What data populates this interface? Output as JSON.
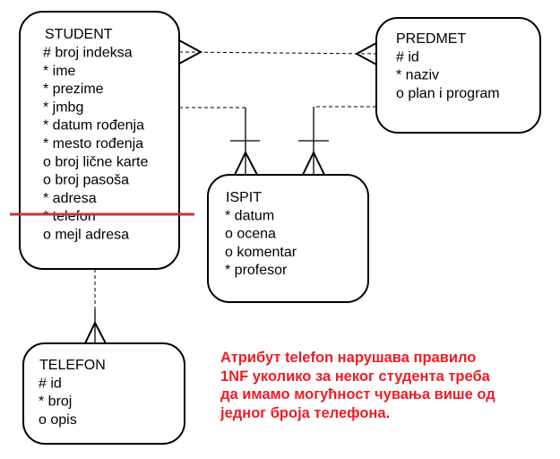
{
  "entities": {
    "student": {
      "title": "STUDENT",
      "attributes": [
        "# broj indeksa",
        "* ime",
        "* prezime",
        "* jmbg",
        "* datum rođenja",
        "* mesto rođenja",
        "o broj lične karte",
        "o broj pasoša",
        "* adresa",
        "* telefon",
        "o mejl adresa"
      ]
    },
    "predmet": {
      "title": "PREDMET",
      "attributes": [
        "# id",
        "* naziv",
        "o plan i program"
      ]
    },
    "ispit": {
      "title": "ISPIT",
      "attributes": [
        "* datum",
        "o ocena",
        "o komentar",
        "* profesor"
      ]
    },
    "telefon": {
      "title": "TELEFON",
      "attributes": [
        "# id",
        "* broj",
        "o opis"
      ]
    }
  },
  "note": {
    "lines": [
      "Атрибут telefon нарушава правило",
      "1NF уколико за неког студента треба",
      "да имамо могућност чувања више од",
      "једног броја телефона."
    ],
    "color": "#ee1c25"
  },
  "strike_color": "#c0393b"
}
